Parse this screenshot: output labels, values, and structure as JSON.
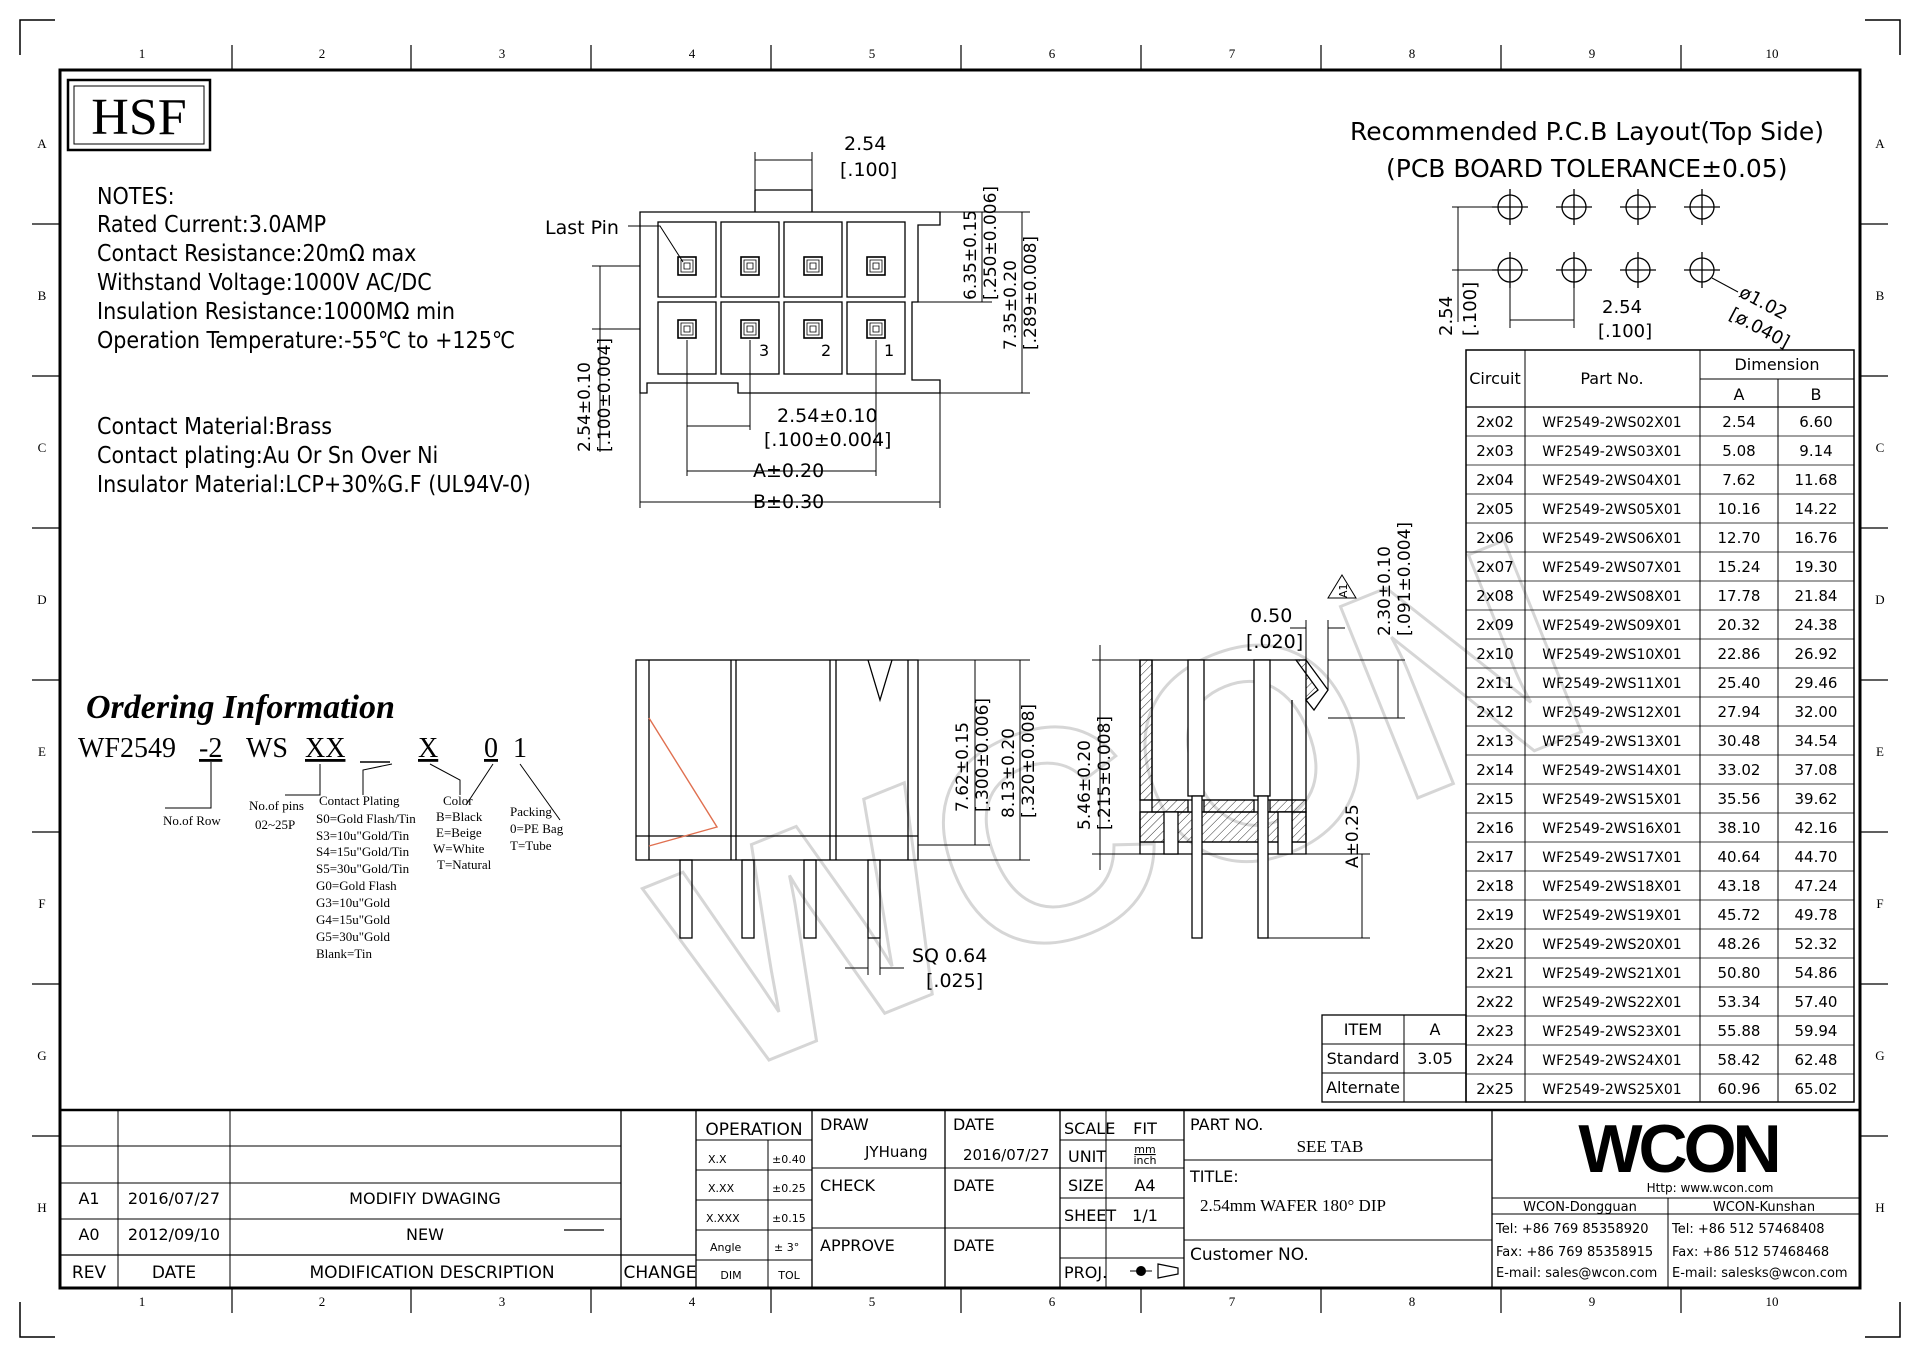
{
  "grid": {
    "columns": [
      "1",
      "2",
      "3",
      "4",
      "5",
      "6",
      "7",
      "8",
      "9",
      "10"
    ],
    "rows": [
      "A",
      "B",
      "C",
      "D",
      "E",
      "F",
      "G",
      "H"
    ]
  },
  "logo_hsf": "HSF",
  "watermark": "WCON",
  "notes": {
    "heading": "NOTES:",
    "lines": [
      "Rated Current:3.0AMP",
      "Contact Resistance:20mΩ max",
      "Withstand Voltage:1000V AC/DC",
      "Insulation Resistance:1000MΩ min",
      "Operation Temperature:-55℃ to +125℃"
    ],
    "material_lines": [
      "Contact Material:Brass",
      "Contact plating:Au Or Sn Over Ni",
      "Insulator Material:LCP+30%G.F (UL94V-0)"
    ]
  },
  "ordering": {
    "title": "Ordering Information",
    "code_parts": [
      "WF2549",
      "-2",
      "WS",
      "XX",
      "X",
      "0",
      "1"
    ],
    "row_label": "No.of Row",
    "pins_label": "No.of pins",
    "pins_range": "02~25P",
    "plating_title": "Contact Plating",
    "plating": [
      "S0=Gold Flash/Tin",
      "S3=10u\"Gold/Tin",
      "S4=15u\"Gold/Tin",
      "S5=30u\"Gold/Tin",
      "G0=Gold Flash",
      "G3=10u\"Gold",
      "G4=15u\"Gold",
      "G5=30u\"Gold",
      "Blank=Tin"
    ],
    "color_title": "Color",
    "colors": [
      "B=Black",
      "E=Beige",
      "W=White",
      "T=Natural"
    ],
    "packing_title": "Packing",
    "packing": [
      "0=PE Bag",
      "T=Tube"
    ]
  },
  "top_view": {
    "pitch_top": "2.54",
    "pitch_top_in": "[.100]",
    "last_pin": "Last Pin",
    "pin_numbers": [
      "3",
      "2",
      "1"
    ],
    "dim_6_35": "6.35±0.15",
    "dim_6_35_in": "[.250±0.006]",
    "dim_7_35": "7.35±0.20",
    "dim_7_35_in": "[.289±0.008]",
    "dim_left": "2.54±0.10",
    "dim_left_in": "[.100±0.004]",
    "dim_pitch": "2.54±0.10",
    "dim_pitch_in": "[.100±0.004]",
    "dim_a": "A±0.20",
    "dim_b": "B±0.30"
  },
  "pcb": {
    "title_1": "Recommended P.C.B Layout(Top Side)",
    "title_2": "(PCB BOARD TOLERANCE±0.05)",
    "pitch_v": "2.54",
    "pitch_v_in": "[.100]",
    "pitch_h": "2.54",
    "pitch_h_in": "[.100]",
    "hole": "ø1.02",
    "hole_in": "[ø.040]"
  },
  "front_view": {
    "dim_7_62": "7.62±0.15",
    "dim_7_62_in": "[.300±0.006]",
    "dim_8_13": "8.13±0.20",
    "dim_8_13_in": "[.320±0.008]",
    "sq": "SQ 0.64",
    "sq_in": "[.025]"
  },
  "side_view": {
    "dim_0_50": "0.50",
    "dim_0_50_in": "[.020]",
    "dim_2_30": "2.30±0.10",
    "dim_2_30_in": "[.091±0.004]",
    "dim_5_46": "5.46±0.20",
    "dim_5_46_in": "[.215±0.008]",
    "dim_a": "A±0.25",
    "flag": "A1"
  },
  "item_table": {
    "headers": [
      "ITEM",
      "A"
    ],
    "rows": [
      [
        "Standard",
        "3.05"
      ],
      [
        "Alternate",
        ""
      ]
    ]
  },
  "dimension_table": {
    "headers": [
      "Circuit",
      "Part No.",
      "Dimension"
    ],
    "sub_headers": [
      "A",
      "B"
    ],
    "rows": [
      [
        "2x02",
        "WF2549-2WS02X01",
        "2.54",
        "6.60"
      ],
      [
        "2x03",
        "WF2549-2WS03X01",
        "5.08",
        "9.14"
      ],
      [
        "2x04",
        "WF2549-2WS04X01",
        "7.62",
        "11.68"
      ],
      [
        "2x05",
        "WF2549-2WS05X01",
        "10.16",
        "14.22"
      ],
      [
        "2x06",
        "WF2549-2WS06X01",
        "12.70",
        "16.76"
      ],
      [
        "2x07",
        "WF2549-2WS07X01",
        "15.24",
        "19.30"
      ],
      [
        "2x08",
        "WF2549-2WS08X01",
        "17.78",
        "21.84"
      ],
      [
        "2x09",
        "WF2549-2WS09X01",
        "20.32",
        "24.38"
      ],
      [
        "2x10",
        "WF2549-2WS10X01",
        "22.86",
        "26.92"
      ],
      [
        "2x11",
        "WF2549-2WS11X01",
        "25.40",
        "29.46"
      ],
      [
        "2x12",
        "WF2549-2WS12X01",
        "27.94",
        "32.00"
      ],
      [
        "2x13",
        "WF2549-2WS13X01",
        "30.48",
        "34.54"
      ],
      [
        "2x14",
        "WF2549-2WS14X01",
        "33.02",
        "37.08"
      ],
      [
        "2x15",
        "WF2549-2WS15X01",
        "35.56",
        "39.62"
      ],
      [
        "2x16",
        "WF2549-2WS16X01",
        "38.10",
        "42.16"
      ],
      [
        "2x17",
        "WF2549-2WS17X01",
        "40.64",
        "44.70"
      ],
      [
        "2x18",
        "WF2549-2WS18X01",
        "43.18",
        "47.24"
      ],
      [
        "2x19",
        "WF2549-2WS19X01",
        "45.72",
        "49.78"
      ],
      [
        "2x20",
        "WF2549-2WS20X01",
        "48.26",
        "52.32"
      ],
      [
        "2x21",
        "WF2549-2WS21X01",
        "50.80",
        "54.86"
      ],
      [
        "2x22",
        "WF2549-2WS22X01",
        "53.34",
        "57.40"
      ],
      [
        "2x23",
        "WF2549-2WS23X01",
        "55.88",
        "59.94"
      ],
      [
        "2x24",
        "WF2549-2WS24X01",
        "58.42",
        "62.48"
      ],
      [
        "2x25",
        "WF2549-2WS25X01",
        "60.96",
        "65.02"
      ]
    ]
  },
  "title_block": {
    "revisions": [
      {
        "rev": "A1",
        "date": "2016/07/27",
        "desc": "MODIFIY DWAGING"
      },
      {
        "rev": "A0",
        "date": "2012/09/10",
        "desc": "NEW"
      }
    ],
    "rev_header": "REV",
    "date_header": "DATE",
    "desc_header": "MODIFICATION DESCRIPTION",
    "change_header": "CHANGE",
    "operation": "OPERATION",
    "tolerances": [
      [
        "X.X",
        "±0.40"
      ],
      [
        "X.XX",
        "±0.25"
      ],
      [
        "X.XXX",
        "±0.15"
      ],
      [
        "Angle",
        "± 3°"
      ]
    ],
    "dim_label": "DIM",
    "tol_label": "TOL",
    "draw": "DRAW",
    "drawer": "JYHuang",
    "date": "DATE",
    "draw_date": "2016/07/27",
    "check": "CHECK",
    "approve": "APPROVE",
    "scale": "SCALE",
    "scale_val": "FIT",
    "unit": "UNIT",
    "unit_val_1": "mm",
    "unit_val_2": "inch",
    "size": "SIZE",
    "size_val": "A4",
    "sheet": "SHEET",
    "sheet_val": "1/1",
    "proj": "PROJ.",
    "part_no_label": "PART NO.",
    "part_no_val": "SEE TAB",
    "title_label": "TITLE:",
    "title_val": "2.54mm WAFER 180° DIP",
    "customer_no": "Customer NO.",
    "company_logo": "WCON",
    "http": "Http: www.wcon.com",
    "dongguan": "WCON-Dongguan",
    "kunshan": "WCON-Kunshan",
    "dg_tel": "Tel: +86 769 85358920",
    "ks_tel": "Tel: +86 512 57468408",
    "dg_fax": "Fax: +86 769 85358915",
    "ks_fax": "Fax: +86 512 57468468",
    "dg_mail": "E-mail: sales@wcon.com",
    "ks_mail": "E-mail: salesks@wcon.com"
  }
}
